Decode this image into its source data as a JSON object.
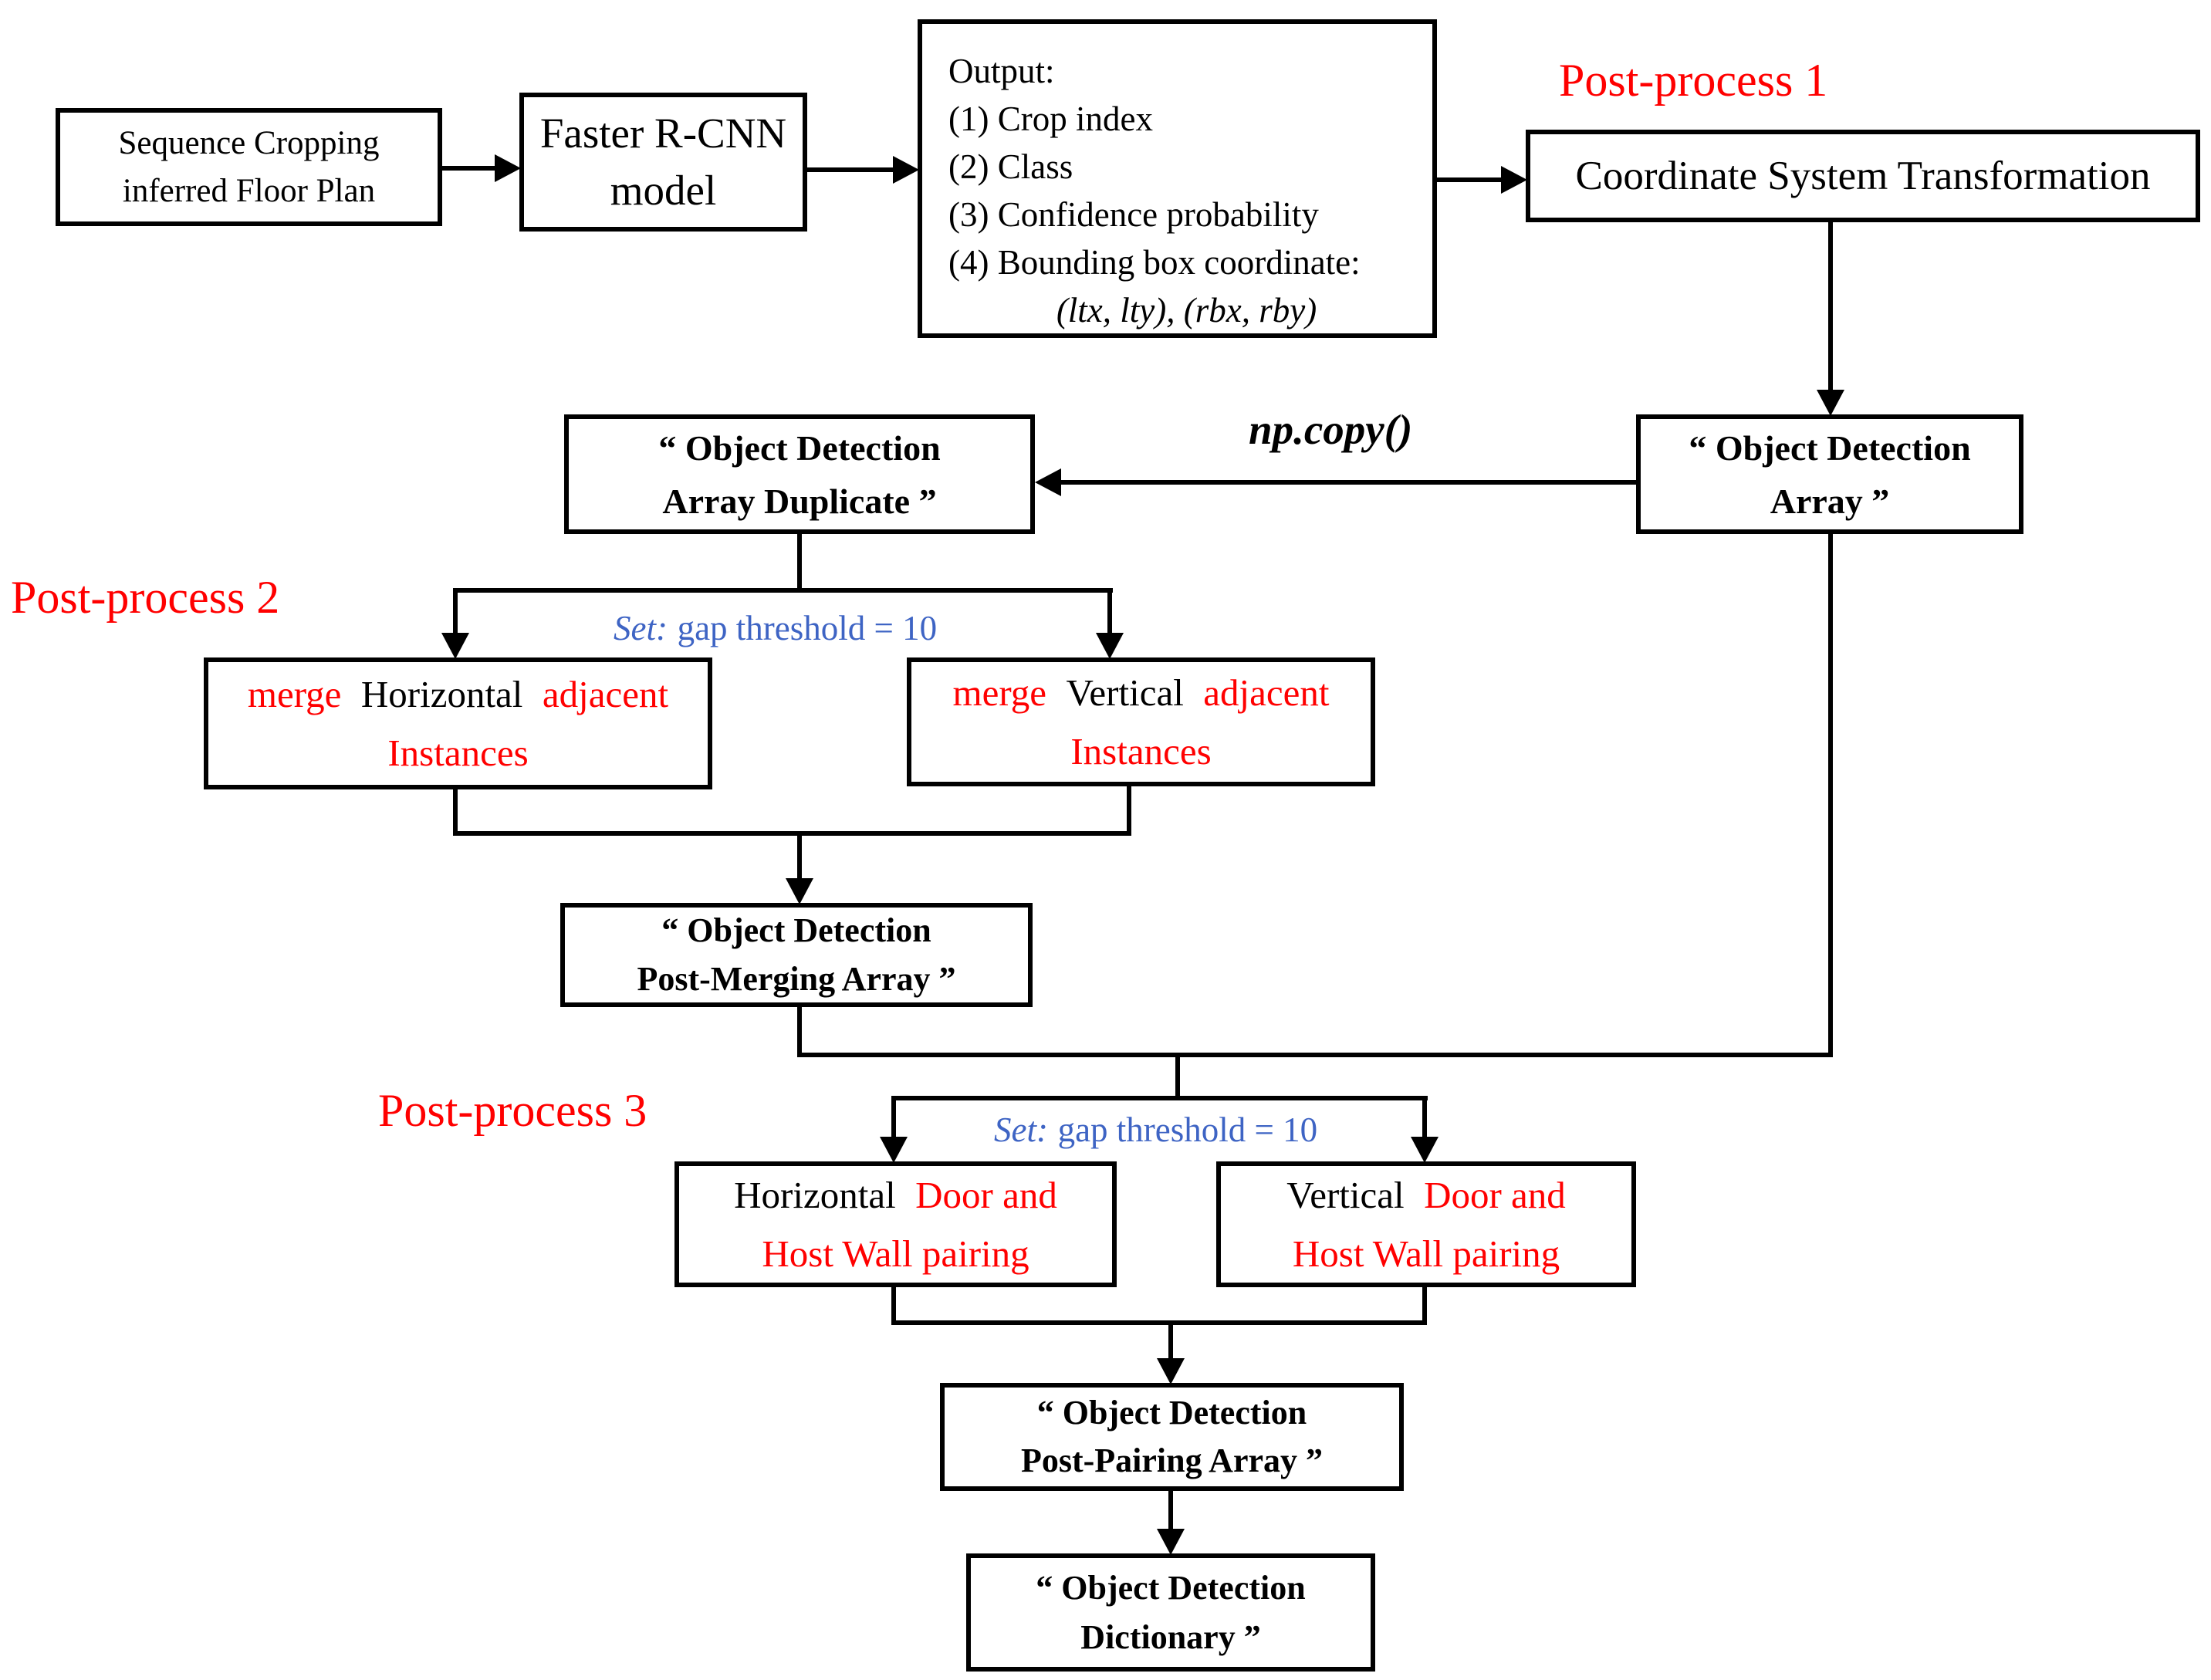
{
  "title": "Faster R-CNN floor plan detection post-processing flowchart",
  "colors": {
    "red": "#ff0000",
    "blue": "#3e64c4",
    "black": "#000000",
    "bg": "#ffffff"
  },
  "stage_labels": {
    "post1": "Post-process 1",
    "post2": "Post-process 2",
    "post3": "Post-process 3"
  },
  "annotations": {
    "np_copy": "np.copy()",
    "set1": {
      "prefix": "Set:",
      "text": "gap threshold = 10"
    },
    "set2": {
      "prefix": "Set:",
      "text": "gap threshold = 10"
    }
  },
  "boxes": {
    "sequence_cropping": {
      "line1": "Sequence Cropping",
      "line2": "inferred Floor Plan"
    },
    "faster_rcnn": {
      "line1": "Faster R-CNN",
      "line2": "model"
    },
    "output": {
      "title": "Output:",
      "items": [
        "(1) Crop index",
        "(2) Class",
        "(3) Confidence probability",
        "(4) Bounding box coordinate:"
      ],
      "math": "(ltx, lty),  (rbx, rby)"
    },
    "coordinate_transform": {
      "label": "Coordinate System Transformation"
    },
    "od_array_duplicate": {
      "line1": "“ Object Detection",
      "line2": "Array Duplicate ”"
    },
    "od_array": {
      "line1": "“ Object Detection",
      "line2": "Array ”"
    },
    "merge_horizontal": {
      "w1": "merge",
      "w2": "Horizontal",
      "w3": "adjacent",
      "line2": "Instances"
    },
    "merge_vertical": {
      "w1": "merge",
      "w2": "Vertical",
      "w3": "adjacent",
      "line2": "Instances"
    },
    "od_post_merging": {
      "line1": "“ Object Detection",
      "line2": "Post-Merging Array ”"
    },
    "pair_horizontal": {
      "w1": "Horizontal",
      "w2": "Door and",
      "line2": "Host Wall pairing"
    },
    "pair_vertical": {
      "w1": "Vertical",
      "w2": "Door and",
      "line2": "Host Wall pairing"
    },
    "od_post_pairing": {
      "line1": "“ Object Detection",
      "line2": "Post-Pairing Array ”"
    },
    "od_dictionary": {
      "line1": "“ Object Detection",
      "line2": "Dictionary ”"
    }
  }
}
